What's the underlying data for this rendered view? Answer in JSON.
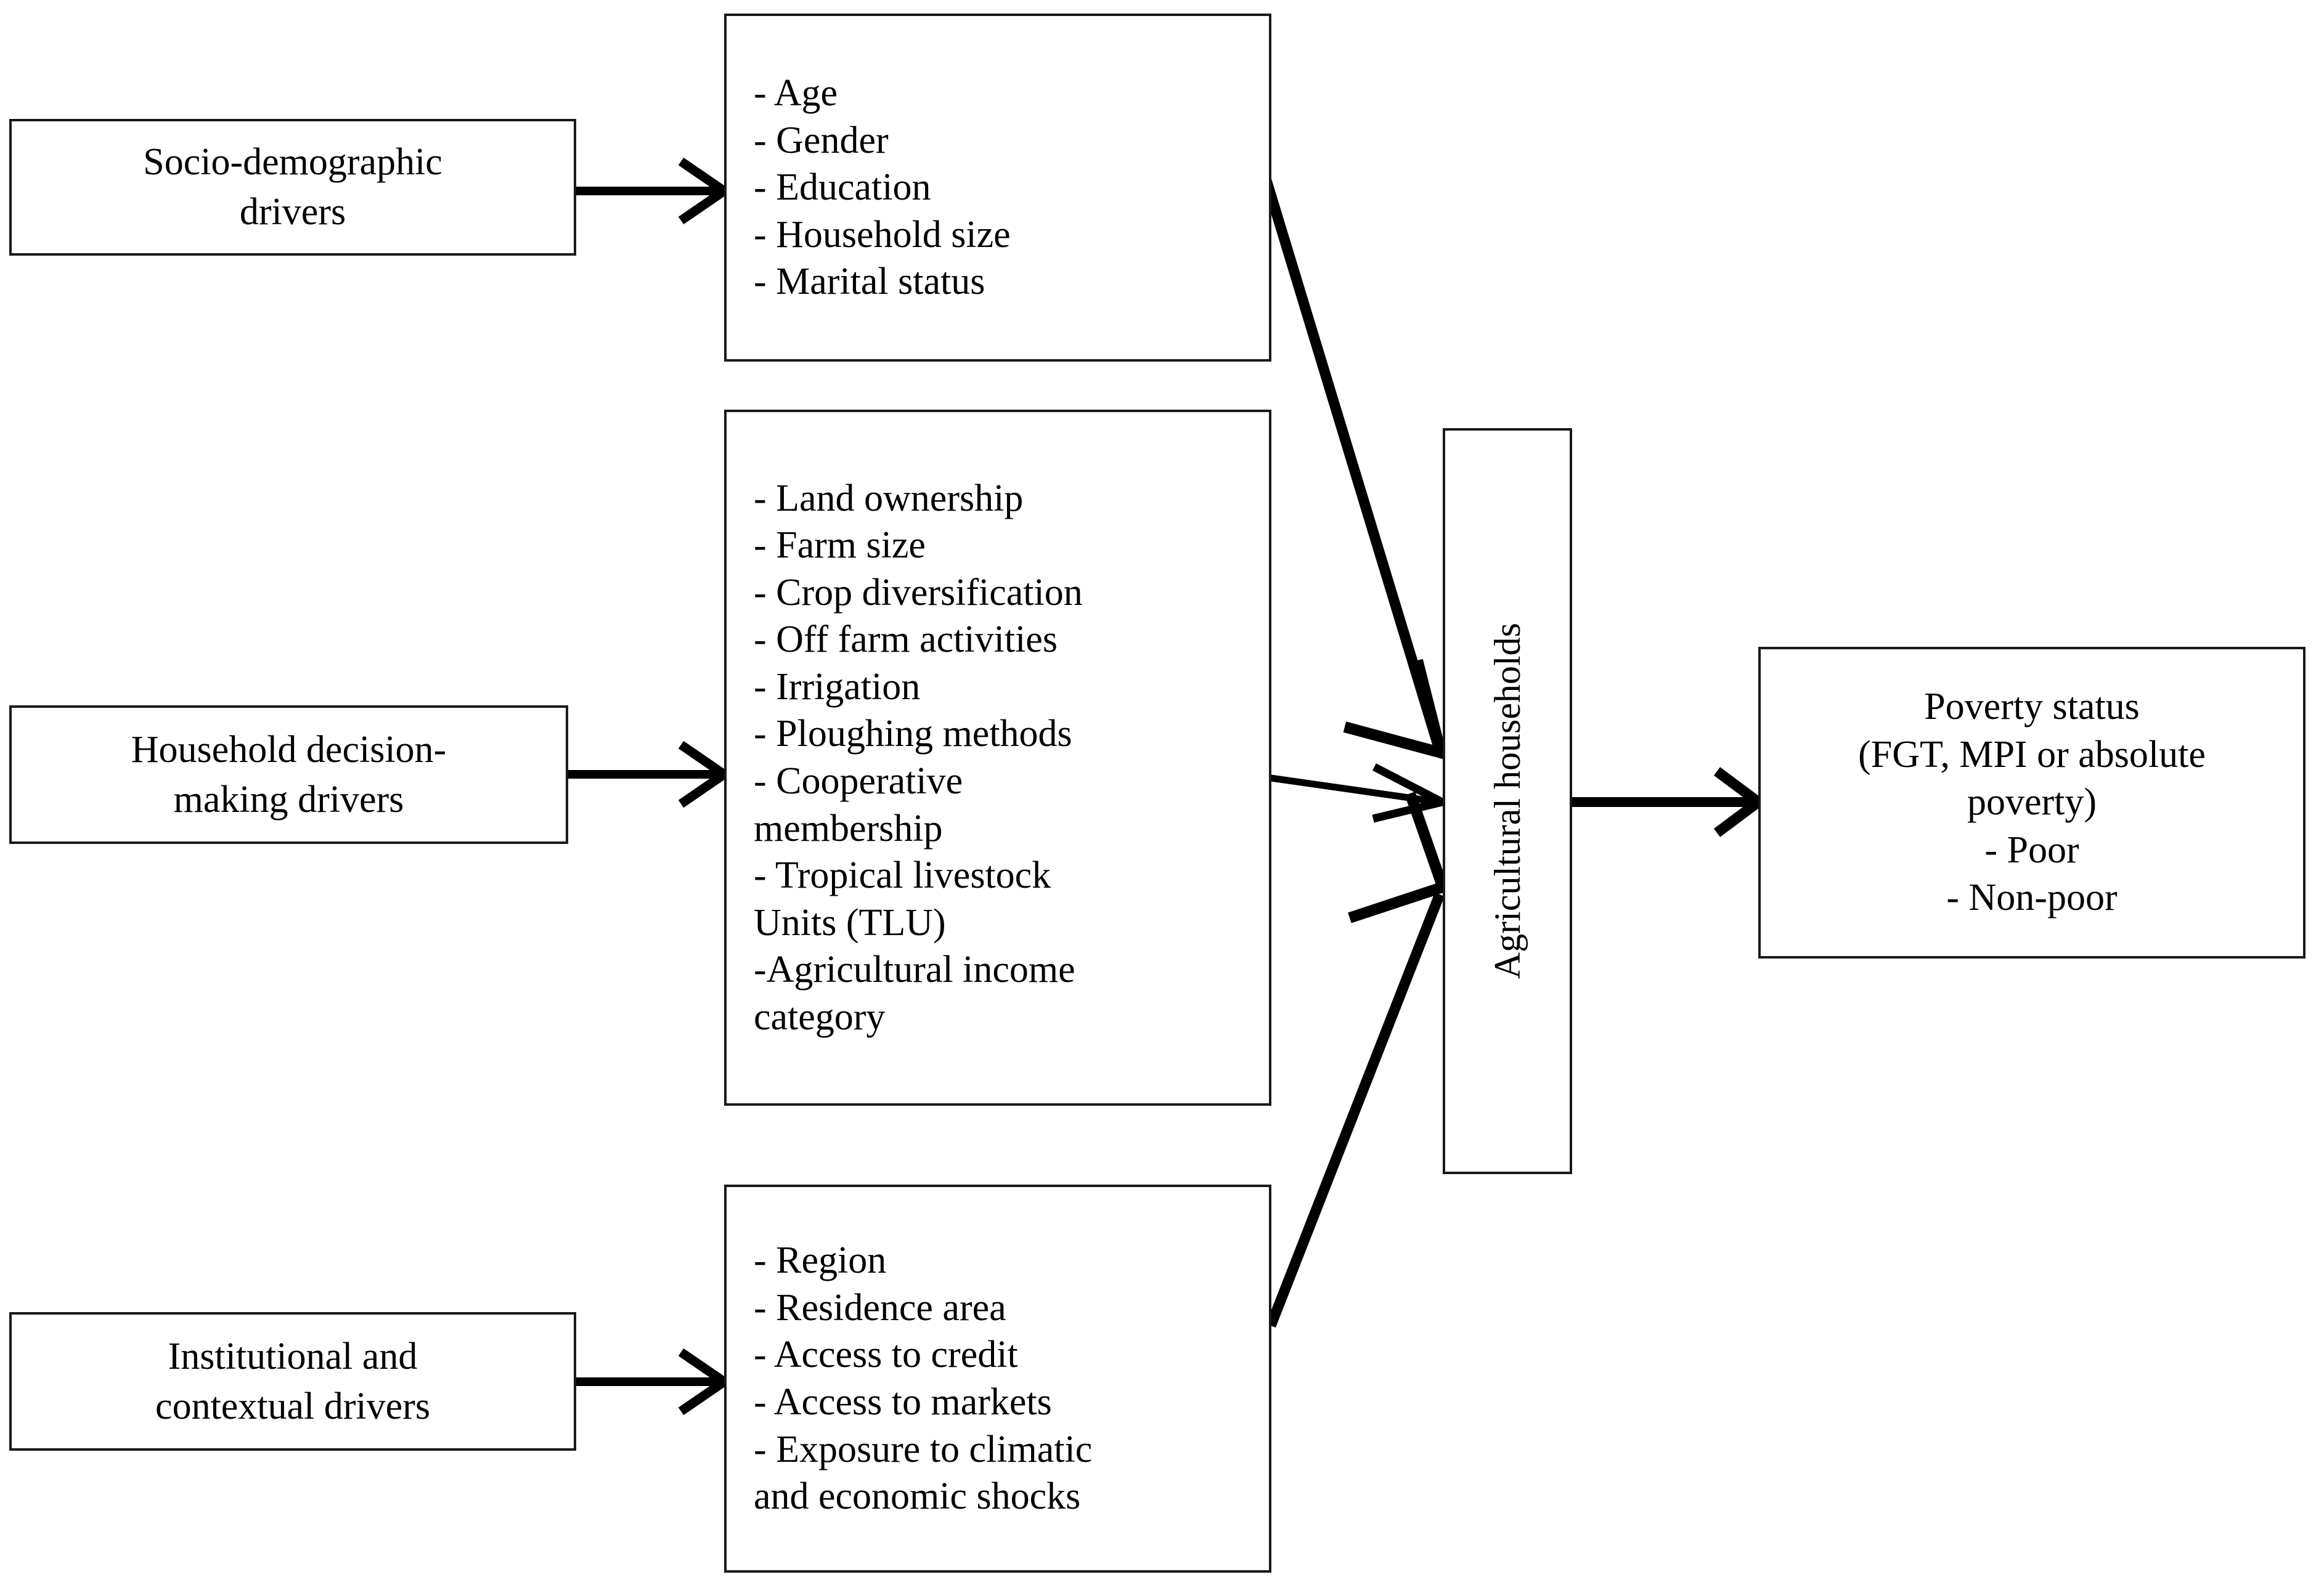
{
  "diagram": {
    "type": "conceptual-framework-flowchart",
    "title_visible": false,
    "background_color": "#ffffff",
    "stroke_color": "#000000",
    "nodes": {
      "socio_demographic_drivers": {
        "label": "Socio-demographic\ndrivers"
      },
      "socio_demographic_factors": {
        "items": [
          "- Age",
          "- Gender",
          "- Education",
          "- Household size",
          "- Marital status"
        ]
      },
      "household_decision_drivers": {
        "label": "Household decision-\nmaking drivers"
      },
      "household_decision_factors": {
        "items": [
          "- Land ownership",
          "- Farm size",
          "- Crop diversification",
          "- Off farm activities",
          "- Irrigation",
          "- Ploughing methods",
          "- Cooperative\nmembership",
          "- Tropical livestock\nUnits (TLU)",
          "-Agricultural income\ncategory"
        ]
      },
      "institutional_drivers": {
        "label": "Institutional and\ncontextual drivers"
      },
      "institutional_factors": {
        "items": [
          "- Region",
          "- Residence area",
          "- Access to credit",
          "- Access to markets",
          "- Exposure to climatic\nand economic shocks"
        ]
      },
      "agricultural_households": {
        "label": "Agricultural households",
        "orientation": "vertical-top-to-bottom"
      },
      "poverty_status": {
        "lines": [
          "Poverty status",
          "(FGT, MPI or absolute",
          "poverty)",
          "- Poor",
          "- Non-poor"
        ]
      }
    },
    "edges": [
      {
        "from": "socio_demographic_drivers",
        "to": "socio_demographic_factors",
        "style": "straight-arrow"
      },
      {
        "from": "household_decision_drivers",
        "to": "household_decision_factors",
        "style": "straight-arrow"
      },
      {
        "from": "institutional_drivers",
        "to": "institutional_factors",
        "style": "straight-arrow"
      },
      {
        "from": "socio_demographic_factors",
        "to": "agricultural_households",
        "style": "diagonal-arrow-down"
      },
      {
        "from": "household_decision_factors",
        "to": "agricultural_households",
        "style": "straight-arrow"
      },
      {
        "from": "institutional_factors",
        "to": "agricultural_households",
        "style": "diagonal-arrow-up"
      },
      {
        "from": "agricultural_households",
        "to": "poverty_status",
        "style": "straight-arrow"
      }
    ]
  }
}
